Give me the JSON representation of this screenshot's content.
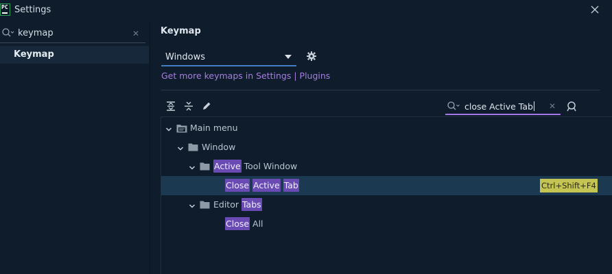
{
  "window": {
    "title": "Settings",
    "app_logo_text": "PC"
  },
  "sidebar": {
    "search": {
      "value": "keymap"
    },
    "items": [
      {
        "label": "Keymap"
      }
    ]
  },
  "main": {
    "title": "Keymap",
    "keymap_select": {
      "value": "Windows"
    },
    "plugins_link": "Get more keymaps in Settings | Plugins",
    "toolbar": {
      "icons": [
        "expand-all-icon",
        "collapse-all-icon",
        "edit-icon"
      ]
    },
    "filter": {
      "value": "close Active Tab"
    },
    "tree": [
      {
        "depth": 0,
        "segments": [
          {
            "text": "Main menu",
            "hl": false
          }
        ],
        "icon": "menu-folder"
      },
      {
        "depth": 1,
        "segments": [
          {
            "text": "Window",
            "hl": false
          }
        ],
        "icon": "folder"
      },
      {
        "depth": 2,
        "segments": [
          {
            "text": "Active",
            "hl": true
          },
          {
            "text": " Tool Window",
            "hl": false
          }
        ],
        "icon": "folder"
      },
      {
        "depth": 3,
        "segments": [
          {
            "text": "Close",
            "hl": true
          },
          {
            "text": " ",
            "hl": false
          },
          {
            "text": "Active",
            "hl": true
          },
          {
            "text": " ",
            "hl": false
          },
          {
            "text": "Tab",
            "hl": true
          }
        ],
        "shortcut": "Ctrl+Shift+F4",
        "selected": true
      },
      {
        "depth": 2,
        "segments": [
          {
            "text": "Editor ",
            "hl": false
          },
          {
            "text": "Tabs",
            "hl": true
          }
        ],
        "icon": "folder"
      },
      {
        "depth": 3,
        "segments": [
          {
            "text": "Close",
            "hl": true
          },
          {
            "text": " All",
            "hl": false
          }
        ]
      }
    ]
  },
  "colors": {
    "accent_link": "#a57ee0",
    "highlight": "#6a4bb4",
    "shortcut_bg": "#c4c453",
    "selection": "#1b3a52"
  }
}
